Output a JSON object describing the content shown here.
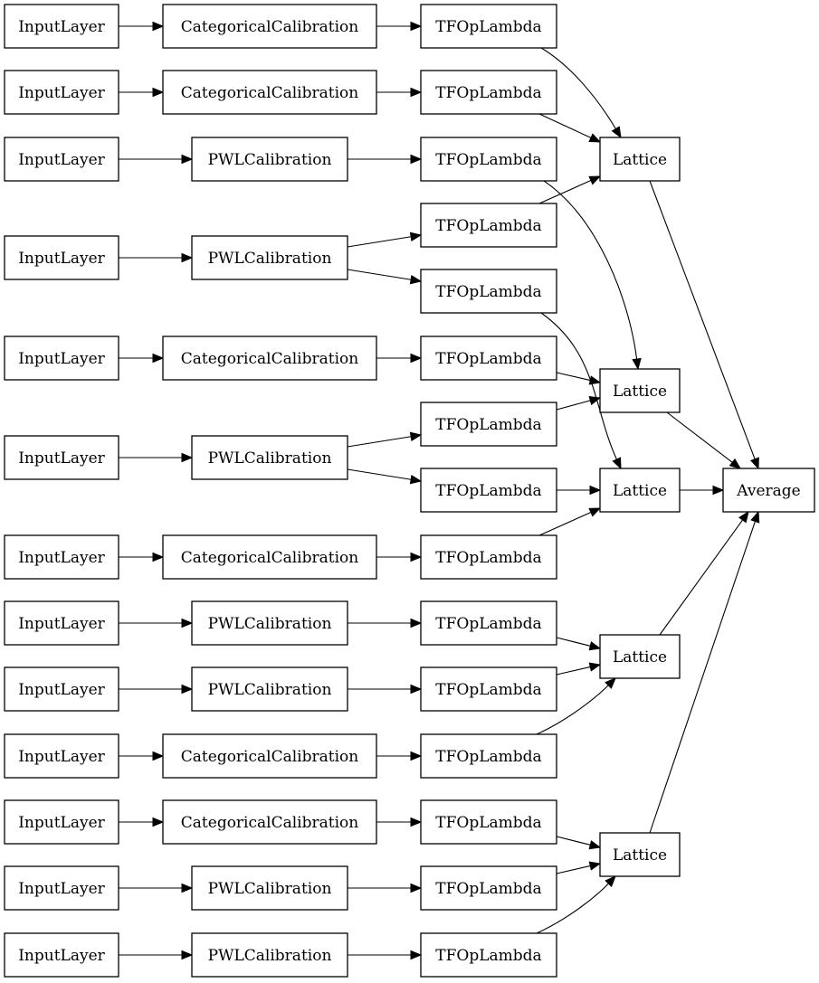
{
  "diagram": {
    "nodes": [
      {
        "id": "in1",
        "label": "InputLayer"
      },
      {
        "id": "cc1",
        "label": "CategoricalCalibration"
      },
      {
        "id": "tf1",
        "label": "TFOpLambda"
      },
      {
        "id": "in2",
        "label": "InputLayer"
      },
      {
        "id": "cc2",
        "label": "CategoricalCalibration"
      },
      {
        "id": "tf2",
        "label": "TFOpLambda"
      },
      {
        "id": "in3",
        "label": "InputLayer"
      },
      {
        "id": "pwl3",
        "label": "PWLCalibration"
      },
      {
        "id": "tf3",
        "label": "TFOpLambda"
      },
      {
        "id": "in4",
        "label": "InputLayer"
      },
      {
        "id": "pwl4",
        "label": "PWLCalibration"
      },
      {
        "id": "tf4a",
        "label": "TFOpLambda"
      },
      {
        "id": "tf4b",
        "label": "TFOpLambda"
      },
      {
        "id": "in5",
        "label": "InputLayer"
      },
      {
        "id": "cc5",
        "label": "CategoricalCalibration"
      },
      {
        "id": "tf5",
        "label": "TFOpLambda"
      },
      {
        "id": "in6",
        "label": "InputLayer"
      },
      {
        "id": "pwl6",
        "label": "PWLCalibration"
      },
      {
        "id": "tf6a",
        "label": "TFOpLambda"
      },
      {
        "id": "tf6b",
        "label": "TFOpLambda"
      },
      {
        "id": "in7",
        "label": "InputLayer"
      },
      {
        "id": "cc7",
        "label": "CategoricalCalibration"
      },
      {
        "id": "tf7",
        "label": "TFOpLambda"
      },
      {
        "id": "in8",
        "label": "InputLayer"
      },
      {
        "id": "pwl8",
        "label": "PWLCalibration"
      },
      {
        "id": "tf8",
        "label": "TFOpLambda"
      },
      {
        "id": "in9",
        "label": "InputLayer"
      },
      {
        "id": "pwl9",
        "label": "PWLCalibration"
      },
      {
        "id": "tf9",
        "label": "TFOpLambda"
      },
      {
        "id": "in10",
        "label": "InputLayer"
      },
      {
        "id": "cc10",
        "label": "CategoricalCalibration"
      },
      {
        "id": "tf10",
        "label": "TFOpLambda"
      },
      {
        "id": "in11",
        "label": "InputLayer"
      },
      {
        "id": "cc11",
        "label": "CategoricalCalibration"
      },
      {
        "id": "tf11",
        "label": "TFOpLambda"
      },
      {
        "id": "in12",
        "label": "InputLayer"
      },
      {
        "id": "pwl12",
        "label": "PWLCalibration"
      },
      {
        "id": "tf12",
        "label": "TFOpLambda"
      },
      {
        "id": "in13",
        "label": "InputLayer"
      },
      {
        "id": "pwl13",
        "label": "PWLCalibration"
      },
      {
        "id": "tf13",
        "label": "TFOpLambda"
      },
      {
        "id": "lat1",
        "label": "Lattice"
      },
      {
        "id": "lat2",
        "label": "Lattice"
      },
      {
        "id": "lat3",
        "label": "Lattice"
      },
      {
        "id": "lat4",
        "label": "Lattice"
      },
      {
        "id": "lat5",
        "label": "Lattice"
      },
      {
        "id": "avg",
        "label": "Average"
      }
    ],
    "edges": [
      {
        "from": "in1",
        "to": "cc1"
      },
      {
        "from": "cc1",
        "to": "tf1"
      },
      {
        "from": "in2",
        "to": "cc2"
      },
      {
        "from": "cc2",
        "to": "tf2"
      },
      {
        "from": "in3",
        "to": "pwl3"
      },
      {
        "from": "pwl3",
        "to": "tf3"
      },
      {
        "from": "in4",
        "to": "pwl4"
      },
      {
        "from": "pwl4",
        "to": "tf4a"
      },
      {
        "from": "pwl4",
        "to": "tf4b"
      },
      {
        "from": "in5",
        "to": "cc5"
      },
      {
        "from": "cc5",
        "to": "tf5"
      },
      {
        "from": "in6",
        "to": "pwl6"
      },
      {
        "from": "pwl6",
        "to": "tf6a"
      },
      {
        "from": "pwl6",
        "to": "tf6b"
      },
      {
        "from": "in7",
        "to": "cc7"
      },
      {
        "from": "cc7",
        "to": "tf7"
      },
      {
        "from": "in8",
        "to": "pwl8"
      },
      {
        "from": "pwl8",
        "to": "tf8"
      },
      {
        "from": "in9",
        "to": "pwl9"
      },
      {
        "from": "pwl9",
        "to": "tf9"
      },
      {
        "from": "in10",
        "to": "cc10"
      },
      {
        "from": "cc10",
        "to": "tf10"
      },
      {
        "from": "in11",
        "to": "cc11"
      },
      {
        "from": "cc11",
        "to": "tf11"
      },
      {
        "from": "in12",
        "to": "pwl12"
      },
      {
        "from": "pwl12",
        "to": "tf12"
      },
      {
        "from": "in13",
        "to": "pwl13"
      },
      {
        "from": "pwl13",
        "to": "tf13"
      },
      {
        "from": "tf1",
        "to": "lat1"
      },
      {
        "from": "tf2",
        "to": "lat1"
      },
      {
        "from": "tf4a",
        "to": "lat1"
      },
      {
        "from": "tf3",
        "to": "lat2"
      },
      {
        "from": "tf5",
        "to": "lat2"
      },
      {
        "from": "tf6a",
        "to": "lat2"
      },
      {
        "from": "tf4b",
        "to": "lat3"
      },
      {
        "from": "tf6b",
        "to": "lat3"
      },
      {
        "from": "tf7",
        "to": "lat3"
      },
      {
        "from": "tf8",
        "to": "lat4"
      },
      {
        "from": "tf9",
        "to": "lat4"
      },
      {
        "from": "tf10",
        "to": "lat4"
      },
      {
        "from": "tf11",
        "to": "lat5"
      },
      {
        "from": "tf12",
        "to": "lat5"
      },
      {
        "from": "tf13",
        "to": "lat5"
      },
      {
        "from": "lat1",
        "to": "avg"
      },
      {
        "from": "lat2",
        "to": "avg"
      },
      {
        "from": "lat3",
        "to": "avg"
      },
      {
        "from": "lat4",
        "to": "avg"
      },
      {
        "from": "lat5",
        "to": "avg"
      }
    ]
  }
}
